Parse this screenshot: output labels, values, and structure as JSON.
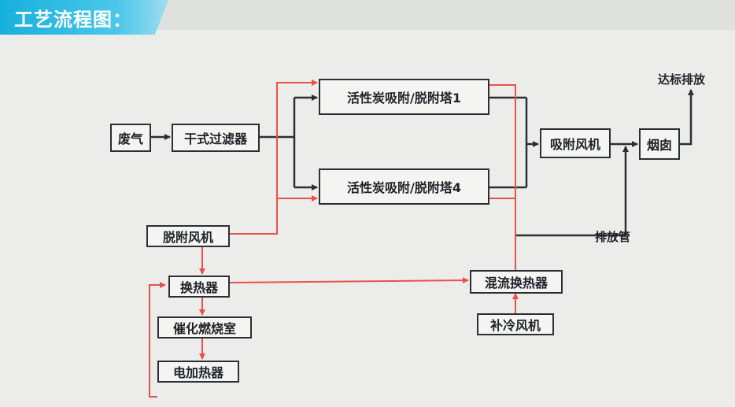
{
  "header": {
    "title": "工艺流程图："
  },
  "nodes": {
    "waste_gas": "废气",
    "dry_filter": "干式过滤器",
    "tower1": "活性炭吸附/脱附塔1",
    "tower4": "活性炭吸附/脱附塔4",
    "adsorb_fan": "吸附风机",
    "chimney": "烟囱",
    "compliant_emission": "达标排放",
    "desorb_fan": "脱附风机",
    "heat_exchanger": "换热器",
    "catalytic_chamber": "催化燃烧室",
    "electric_heater": "电加热器",
    "mix_heat_exchanger": "混流换热器",
    "cooling_fan": "补冷风机",
    "exhaust_pipe": "排放管"
  },
  "colors": {
    "main_flow": "#2b2f33",
    "hot_flow": "#e8514a",
    "banner": "#16b0dd",
    "background": "#ecedeb"
  }
}
